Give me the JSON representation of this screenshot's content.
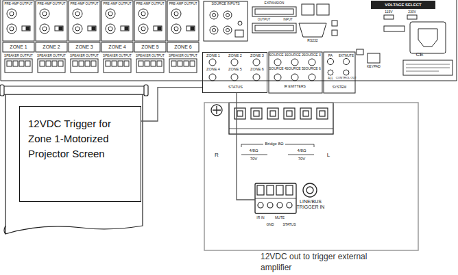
{
  "diagram": {
    "nodes": [
      {
        "text": [
          "12VDC Trigger for Zone 1-Motorized Projector Screen"
        ]
      },
      {
        "text": [
          "ZONE 1",
          "ZONE 2",
          "ZONE 3",
          "ZONE 4",
          "ZONE 5",
          "ZONE 6",
          "STATUS"
        ]
      },
      {
        "text": [
          "LINE/BUS TRIGGER IN"
        ]
      }
    ],
    "edges": [
      {
        "from": 1,
        "to": 0,
        "arrow": "none"
      },
      {
        "from": 1,
        "to": 2,
        "arrow": "none"
      }
    ],
    "labels": [
      "PRE-AMP OUTPUT",
      "ZONE 1",
      "SPEAKER OUTPUT",
      "PRE-AMP OUTPUT",
      "ZONE 2",
      "SPEAKER OUTPUT",
      "PRE-AMP OUTPUT",
      "ZONE 3",
      "SPEAKER OUTPUT",
      "PRE-AMP OUTPUT",
      "ZONE 4",
      "SPEAKER OUTPUT",
      "PRE-AMP OUTPUT",
      "ZONE 5",
      "SPEAKER OUTPUT",
      "PRE-AMP OUTPUT",
      "ZONE 6",
      "SPEAKER OUTPUT",
      "SOURCE INPUTS",
      "EXPANSION",
      "OUTPUT",
      "INPUT",
      "RS232",
      "VOLTAGE SELECT",
      "115V",
      "230V",
      "SOURCE 1",
      "SOURCE 2",
      "SOURCE 3",
      "SOURCE 4",
      "SOURCE 5",
      "SOURCE 6",
      "IR EMITTERS",
      "PA",
      "EXTMUTE",
      "ALL",
      "CONTROL OUT",
      "SYSTEM",
      "KEYPAD",
      "CE",
      "R",
      "Bridge 8Ω",
      "4/8Ω",
      "70V",
      "4/8Ω",
      "70V",
      "L",
      "IR IN",
      "GND",
      "MUTE",
      "STATUS",
      "12VDC out to trigger external amplifier"
    ]
  }
}
